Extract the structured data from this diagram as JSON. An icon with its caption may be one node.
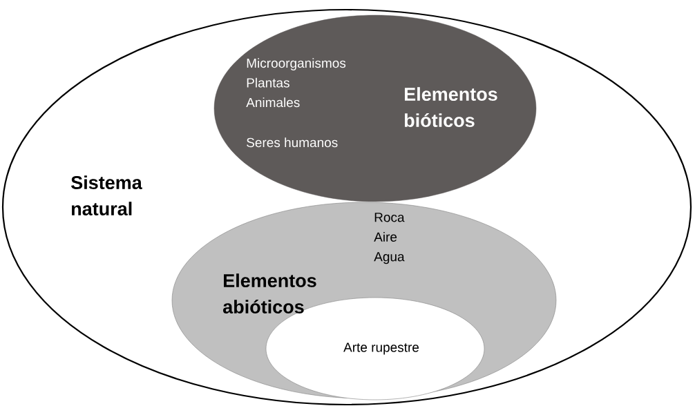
{
  "diagram": {
    "nodes": [
      {
        "text": [
          "Sistema natural"
        ]
      },
      {
        "text": [
          "Microorganismos Plantas Animales",
          "Seres humanos",
          "Elementos bióticos"
        ],
        "in": 0
      },
      {
        "text": [
          "Roca Aire Agua",
          "Elementos abióticos"
        ],
        "in": 0
      },
      {
        "text": [
          "Arte rupestre"
        ],
        "in": 2
      }
    ]
  }
}
